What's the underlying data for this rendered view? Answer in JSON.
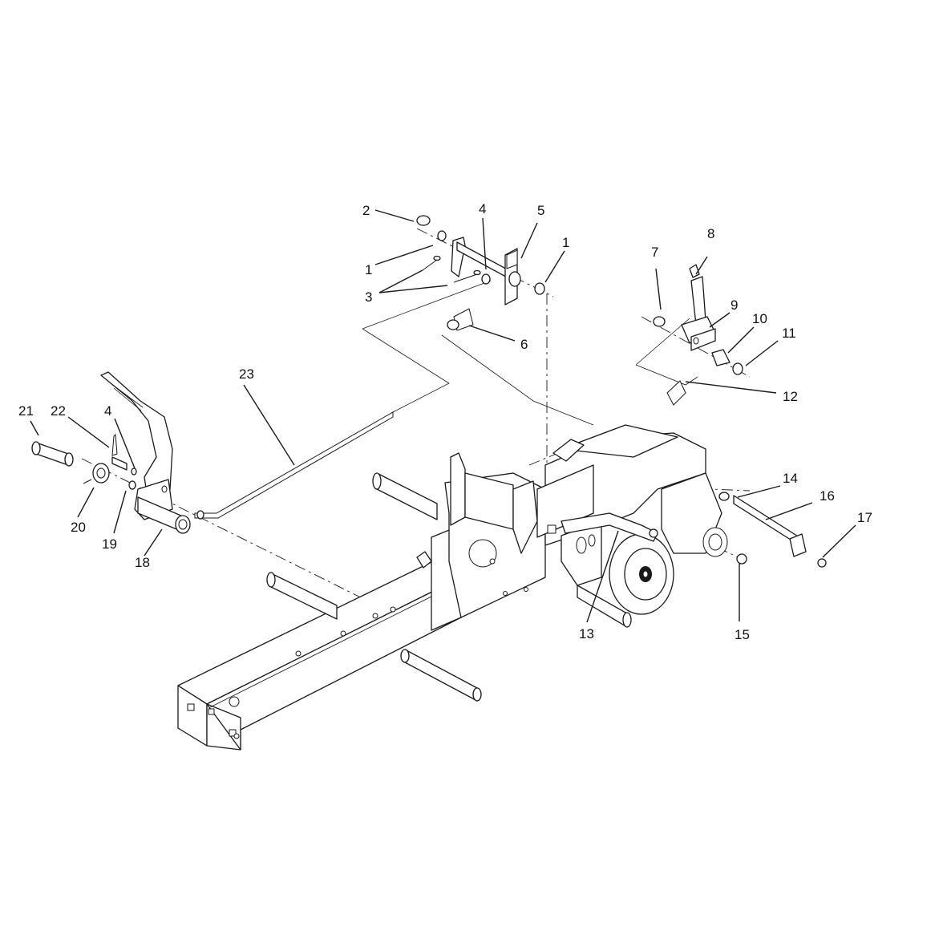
{
  "callouts": {
    "c1a": "1",
    "c1b": "1",
    "c2": "2",
    "c3": "3",
    "c4a": "4",
    "c4b": "4",
    "c5": "5",
    "c6": "6",
    "c7": "7",
    "c8": "8",
    "c9": "9",
    "c10": "10",
    "c11": "11",
    "c12": "12",
    "c13": "13",
    "c14": "14",
    "c15": "15",
    "c16": "16",
    "c17": "17",
    "c18": "18",
    "c19": "19",
    "c20": "20",
    "c21": "21",
    "c22": "22",
    "c23": "23"
  }
}
